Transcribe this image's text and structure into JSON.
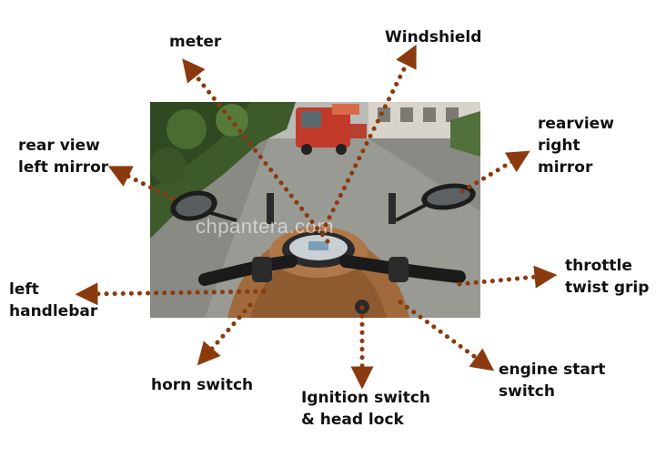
{
  "labels": {
    "meter": "meter",
    "windshield": "Windshield",
    "rear_view_left_mirror": "rear view\nleft mirror",
    "rearview_right_mirror": "rearview\nright\nmirror",
    "left_handlebar": "left\nhandlebar",
    "throttle_twist_grip": "throttle\ntwist grip",
    "horn_switch": "horn switch",
    "ignition_switch": "Ignition switch\n& head lock",
    "engine_start_switch": "engine start\nswitch"
  },
  "watermark": "chpantera.com",
  "colors": {
    "arrow": "#8b3a0e",
    "label_text": "#111111",
    "scooter_body": "#a06a3c",
    "scooter_dark": "#222222",
    "foliage": "#3d5a2a",
    "road": "#8a8a84",
    "truck": "#c23a2a"
  }
}
